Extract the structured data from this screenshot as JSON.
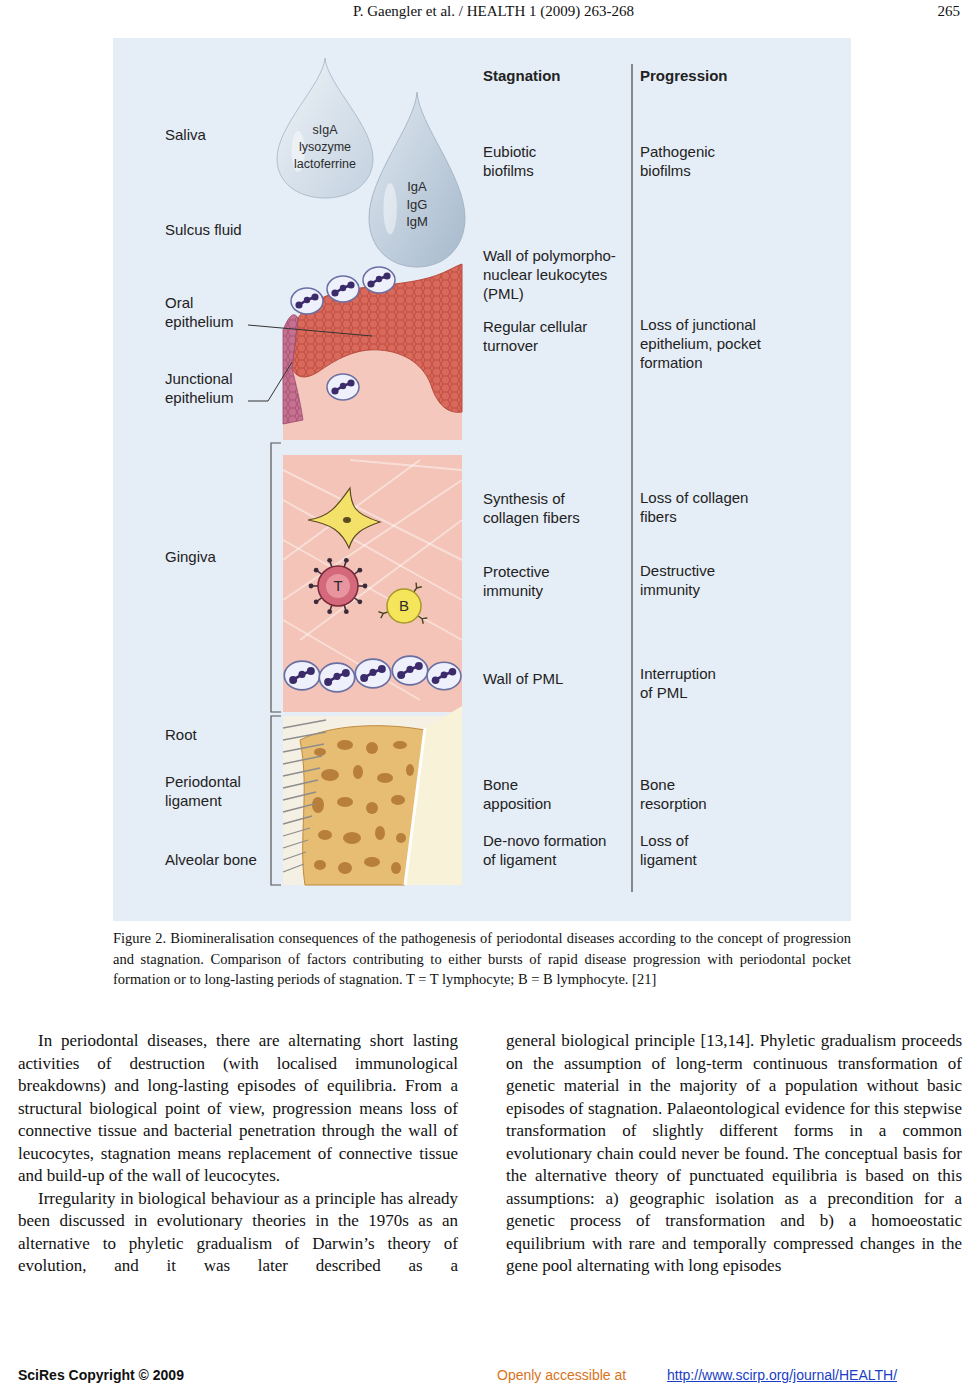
{
  "diagram": {
    "caption": "Figure 2. Biomineralisation consequences of the pathogenesis of periodontal diseases according to the concept of progression and stagnation. Comparison of factors contributing to either bursts of rapid disease progression with periodontal pocket formation or to long-lasting periods of stagnation. T = T lymphocyte; B = B lymphocyte. [21]",
    "nodes": [
      {
        "text": [
          "sIgA lysozyme lactoferrine"
        ]
      },
      {
        "text": [
          "IgA IgG IgM"
        ]
      },
      {
        "text": [
          "T"
        ]
      },
      {
        "text": [
          "B"
        ]
      }
    ],
    "labels": [
      "P. Gaengler et al. / HEALTH 1 (2009) 263-268",
      "265",
      "Stagnation",
      "Progression",
      "Saliva",
      "Sulcus fluid",
      "Oral epithelium",
      "Junctional epithelium",
      "Gingiva",
      "Root",
      "Periodontal ligament",
      "Alveolar bone",
      "Eubiotic biofilms",
      "Pathogenic biofilms",
      "Wall of polymorpho-nuclear leukocytes (PML)",
      "Regular cellular turnover",
      "Loss of junctional epithelium, pocket formation",
      "Synthesis of collagen fibers",
      "Loss of collagen fibers",
      "Protective immunity",
      "Destructive immunity",
      "Wall of PML",
      "Interruption of PML",
      "Bone apposition",
      "Bone resorption",
      "De-novo formation of ligament",
      "Loss of ligament",
      "In periodontal diseases, there are alternating short lasting activities of destruction (with localised immunological breakdowns) and long-lasting episodes of equilibria. From a structural biological point of view, progression means loss of connective tissue and bacterial penetration through the wall of leucocytes, stagnation means replacement of connective tissue and build-up of the wall of leucocytes.",
      "Irregularity in biological behaviour as a principle has already been discussed in evolutionary theories in the 1970s as an alternative to phyletic gradualism of Darwin’s theory of evolution, and it was later described as a",
      "general biological principle [13,14]. Phyletic gradualism proceeds on the assumption of long-term continuous transformation of genetic material in the majority of a population without basic episodes of stagnation. Palaeontological evidence for this stepwise transformation of slightly different forms in a common evolutionary chain could never be found. The conceptual basis for the alternative theory of punctuated equilibria is based on this assumptions: a) geographic isolation as a precondition for a genetic process of transformation and b) a homoeostatic equilibrium with rare and temporally compressed changes in the gene pool alternating with long episodes",
      "SciRes Copyright © 2009",
      "Openly accessible at",
      "http://www.scirp.org/journal/HEALTH/"
    ]
  }
}
